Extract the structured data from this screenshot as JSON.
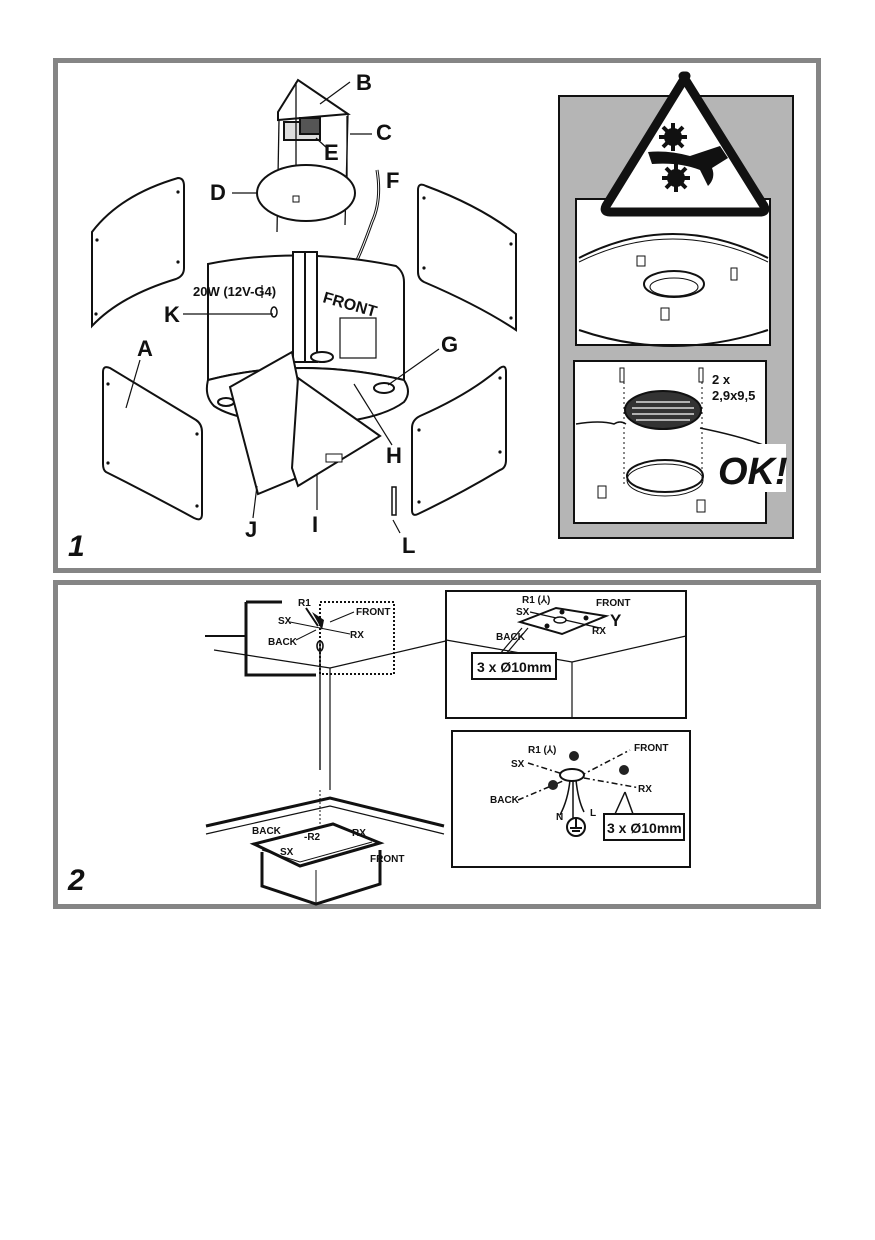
{
  "document": {
    "figures": [
      {
        "number": "1",
        "parts": {
          "A": "A",
          "B": "B",
          "C": "C",
          "D": "D",
          "E": "E",
          "F": "F",
          "G": "G",
          "H": "H",
          "I": "I",
          "J": "J",
          "K": "K",
          "L": "L"
        },
        "lamp_spec": "20W (12V-G4)",
        "front_label": "FRONT",
        "warning_icon": "hand-crush-gears-warning-icon",
        "screw_spec_line1": "2 x",
        "screw_spec_line2": "2,9x9,5",
        "ok_label": "OK!"
      },
      {
        "number": "2",
        "ceiling_marks": {
          "r1": "R1",
          "sx": "SX",
          "rx": "RX",
          "front": "FRONT",
          "back": "BACK"
        },
        "detail_top": {
          "r1": "R1 (⅄)",
          "sx": "SX",
          "rx": "RX",
          "front": "FRONT",
          "back": "BACK",
          "y": "Y",
          "holes": "3 x Ø10mm"
        },
        "detail_bottom": {
          "r1": "R1 (⅄)",
          "sx": "SX",
          "rx": "RX",
          "front": "FRONT",
          "back": "BACK",
          "n": "N",
          "l": "L",
          "holes": "3 x Ø10mm",
          "ground_icon": "earth-ground-icon"
        },
        "hob_marks": {
          "back": "BACK",
          "r2": "-R2",
          "rx": "RX",
          "sx": "SX",
          "front": "FRONT"
        }
      }
    ]
  }
}
